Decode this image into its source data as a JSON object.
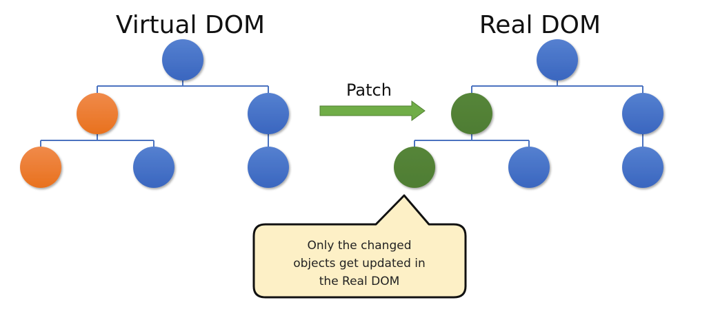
{
  "virtual_dom": {
    "title": "Virtual DOM",
    "nodes": [
      {
        "id": "v-root",
        "state": "unchanged"
      },
      {
        "id": "v-left",
        "state": "changed",
        "parent": "v-root"
      },
      {
        "id": "v-right",
        "state": "unchanged",
        "parent": "v-root"
      },
      {
        "id": "v-left-left",
        "state": "changed",
        "parent": "v-left"
      },
      {
        "id": "v-left-right",
        "state": "unchanged",
        "parent": "v-left"
      },
      {
        "id": "v-right-child",
        "state": "unchanged",
        "parent": "v-right"
      }
    ]
  },
  "patch": {
    "label": "Patch"
  },
  "real_dom": {
    "title": "Real DOM",
    "nodes": [
      {
        "id": "r-root",
        "state": "unchanged"
      },
      {
        "id": "r-left",
        "state": "updated",
        "parent": "r-root"
      },
      {
        "id": "r-right",
        "state": "unchanged",
        "parent": "r-root"
      },
      {
        "id": "r-left-left",
        "state": "updated",
        "parent": "r-left"
      },
      {
        "id": "r-left-right",
        "state": "unchanged",
        "parent": "r-left"
      },
      {
        "id": "r-right-child",
        "state": "unchanged",
        "parent": "r-right"
      }
    ]
  },
  "callout": {
    "lines": [
      "Only the changed",
      "objects get updated in",
      "the Real DOM"
    ]
  },
  "colors": {
    "unchanged": "#4472c4",
    "changed": "#ed7d31",
    "updated": "#548235",
    "connector": "#4a72c0",
    "arrow": "#70ad47",
    "arrow_stroke": "#507e32",
    "callout_fill": "#fdf0c6",
    "callout_stroke": "#111111"
  }
}
